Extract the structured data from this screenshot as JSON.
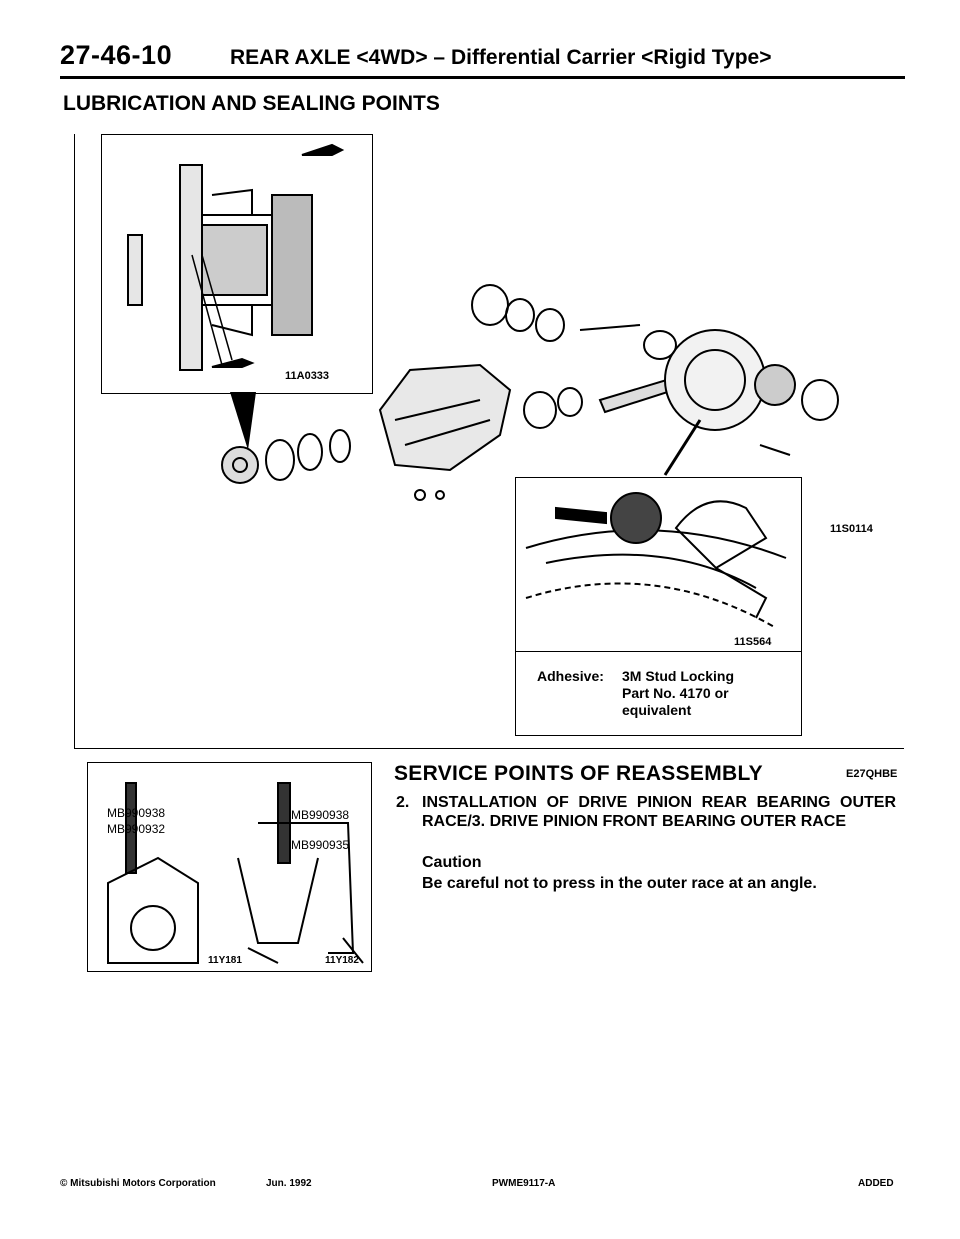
{
  "header": {
    "page_number": "27-46-10",
    "title": "REAR AXLE <4WD> – Differential Carrier <Rigid Type>"
  },
  "section": {
    "title": "LUBRICATION AND SEALING POINTS"
  },
  "figures": {
    "top_inset_code": "11A0333",
    "main_code": "11S0114",
    "bottom_inset_code": "11S564",
    "adhesive": {
      "label": "Adhesive:",
      "lines": [
        "3M Stud Locking",
        "Part No. 4170 or",
        "equivalent"
      ]
    },
    "tools_fig": {
      "left_code": "11Y181",
      "right_code": "11Y182",
      "tools": [
        "MB990938",
        "MB990932",
        "MB990938",
        "MB990935"
      ]
    }
  },
  "service_points": {
    "title": "SERVICE POINTS OF REASSEMBLY",
    "code": "E27QHBE",
    "step_number": "2.",
    "step_text": "INSTALLATION OF DRIVE PINION REAR BEARING OUTER RACE/3. DRIVE PINION FRONT BEARING OUTER RACE",
    "caution_label": "Caution",
    "caution_text": "Be careful not to press in the outer race at an angle."
  },
  "footer": {
    "copyright": "© Mitsubishi Motors Corporation",
    "date": "Jun. 1992",
    "doc_code": "PWME9117-A",
    "status": "ADDED"
  }
}
